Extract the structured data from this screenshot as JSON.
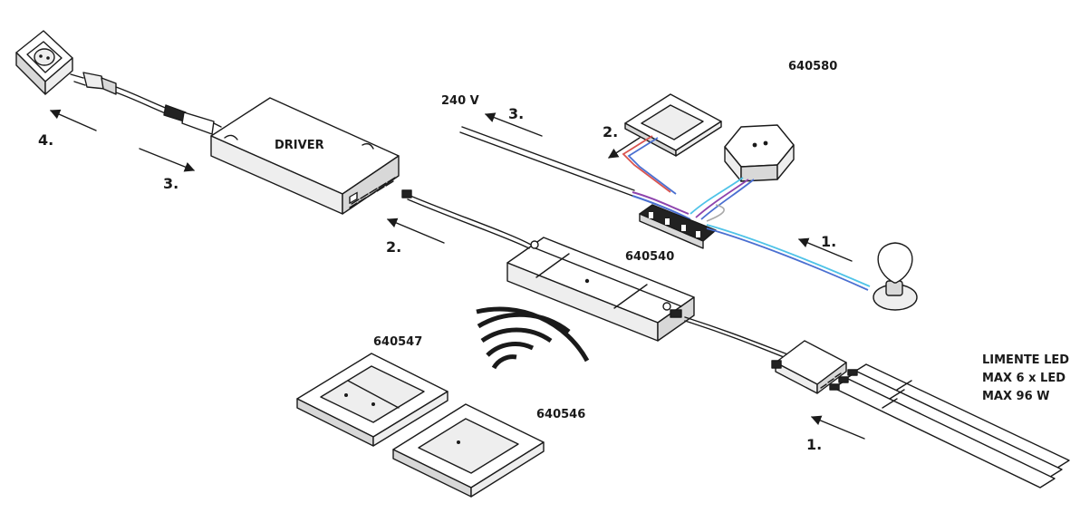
{
  "labels": {
    "driver": "DRIVER",
    "code_640580": "640580",
    "code_640540": "640540",
    "code_640547": "640547",
    "code_640546": "640546",
    "voltage": "240 V",
    "led_line1": "LIMENTE LED",
    "led_line2": "MAX 6 x LED",
    "led_line3": "MAX 96 W"
  },
  "steps": {
    "socket_4": "4.",
    "driver_3": "3.",
    "mains_3": "3.",
    "switch_2": "2.",
    "controller_2": "2.",
    "bulb_1": "1.",
    "led_1": "1."
  },
  "colors": {
    "line": "#1a1a1a",
    "wire_red": "#d9534f",
    "wire_blue": "#4a6fd1",
    "wire_cyan": "#4fc3e8",
    "wire_purple": "#8e44ad",
    "wire_green": "#3aa655"
  },
  "icons": [
    "wall-socket-icon",
    "plug-icon",
    "wireless-signal-icon",
    "light-bulb-icon",
    "junction-box-icon"
  ]
}
